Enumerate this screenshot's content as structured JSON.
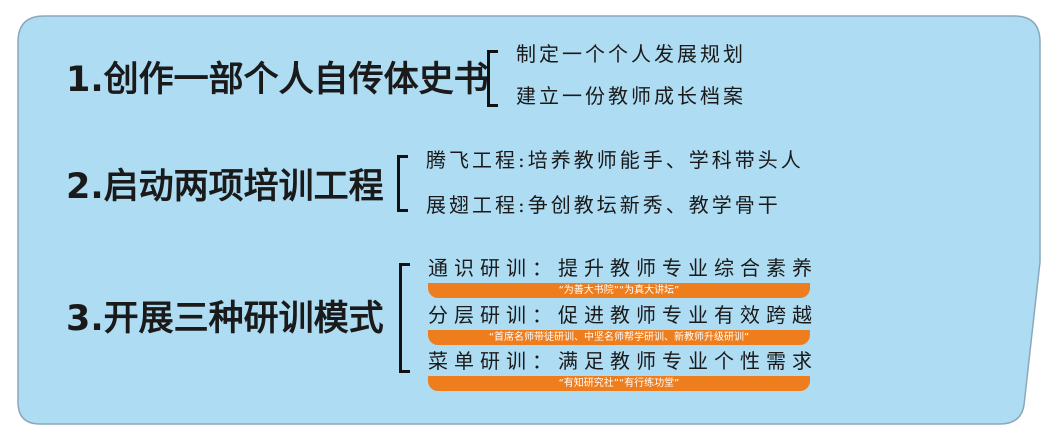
{
  "colors": {
    "panel_fill": "#aedcf3",
    "panel_border": "#8aa8bb",
    "bar_fill": "#ee7d1d",
    "bar_text": "#ffffff",
    "text": "#1a1a1a"
  },
  "sections": [
    {
      "heading": "1.创作一部个人自传体史书",
      "items": [
        {
          "text": "制定一个个人发展规划"
        },
        {
          "text": "建立一份教师成长档案"
        }
      ]
    },
    {
      "heading": "2.启动两项培训工程",
      "items": [
        {
          "text": "腾飞工程:培养教师能手、学科带头人"
        },
        {
          "text": "展翅工程:争创教坛新秀、教学骨干"
        }
      ]
    },
    {
      "heading": "3.开展三种研训模式",
      "items": [
        {
          "text": "通识研训：提升教师专业综合素养",
          "note": "“为善大书院”“为真大讲坛”"
        },
        {
          "text": "分层研训：促进教师专业有效跨越",
          "note": "“首席名师带徒研训、中坚名师帮学研训、新教师升级研训”"
        },
        {
          "text": "菜单研训：满足教师专业个性需求",
          "note": "“有知研究社”“有行练功堂”"
        }
      ]
    }
  ]
}
